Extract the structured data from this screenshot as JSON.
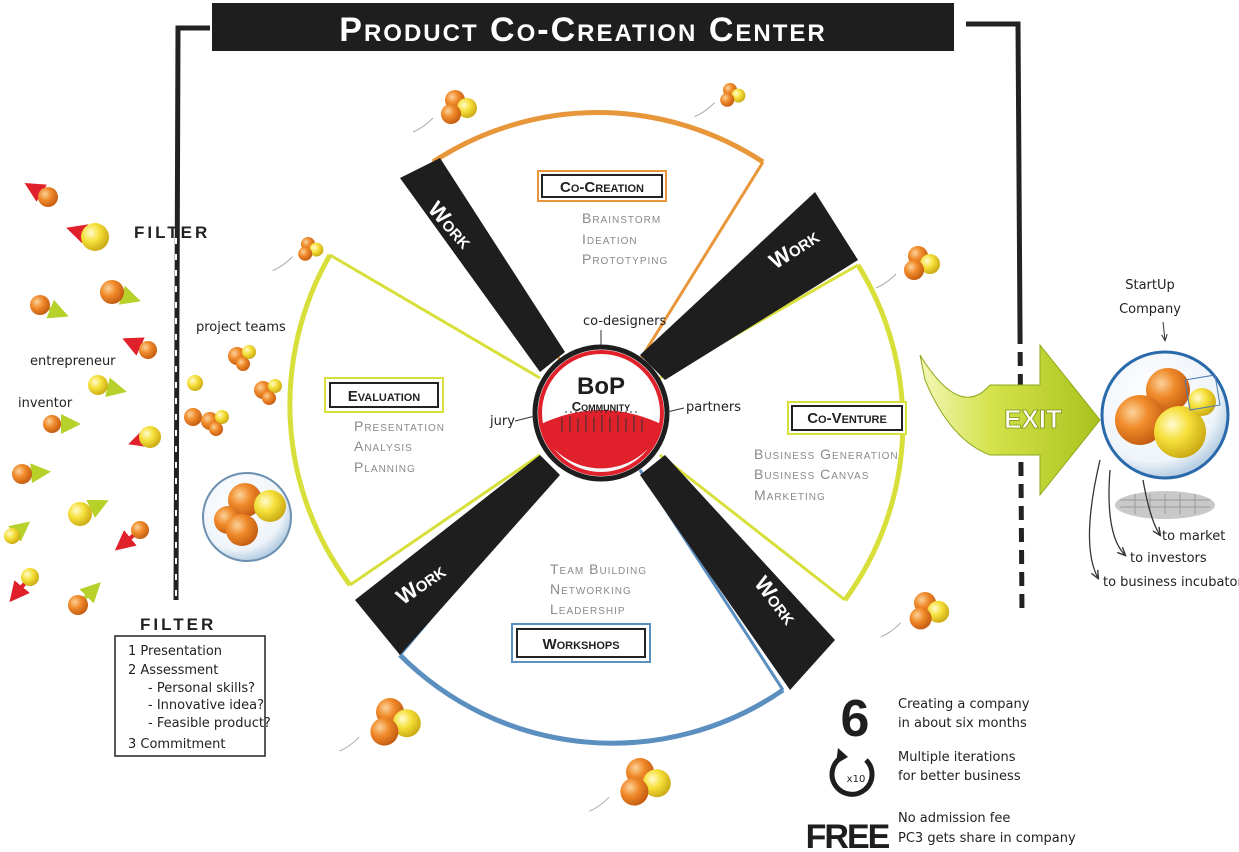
{
  "title": "Product Co-Creation Center",
  "hub": {
    "line1": "BoP",
    "line2": "Community",
    "top": "co-designers",
    "left": "jury",
    "right": "partners"
  },
  "work_label": "Work",
  "sections": {
    "co_creation": {
      "label": "Co-Creation",
      "items": [
        "Brainstorm",
        "Ideation",
        "Prototyping"
      ],
      "color": "#e8963a"
    },
    "co_venture": {
      "label": "Co-Venture",
      "items": [
        "Business Generation",
        "Business Canvas",
        "Marketing"
      ],
      "color": "#d8df3a"
    },
    "workshops": {
      "label": "Workshops",
      "items": [
        "Team Building",
        "Networking",
        "Leadership"
      ],
      "color": "#5b8fbf"
    },
    "evaluation": {
      "label": "Evaluation",
      "items": [
        "Presentation",
        "Analysis",
        "Planning"
      ],
      "color": "#d8df3a"
    }
  },
  "filter_top": "FILTER",
  "left_labels": {
    "project_teams": "project teams",
    "entrepreneur": "entrepreneur",
    "inventor": "inventor"
  },
  "filter_box": {
    "title": "FILTER",
    "items": [
      "1 Presentation",
      "2 Assessment",
      "- Personal skills?",
      "- Innovative idea?",
      "- Feasible product?",
      "3 Commitment"
    ]
  },
  "exit": {
    "label": "EXIT",
    "startup": [
      "StartUp",
      "Company"
    ],
    "destinations": [
      "to market",
      "to investors",
      "to business incubator"
    ]
  },
  "facts": [
    {
      "icon": "6",
      "line1": "Creating a company",
      "line2": "in about six months"
    },
    {
      "icon": "x10",
      "line1": "Multiple iterations",
      "line2": "for better business"
    },
    {
      "icon": "FREE",
      "line1": "No admission fee",
      "line2": "PC3 gets share in company"
    }
  ],
  "colors": {
    "orange": "#e8822a",
    "yellow": "#f4e23a",
    "red": "#e0202a",
    "green": "#b7d02a",
    "dark": "#1e1e1e"
  }
}
